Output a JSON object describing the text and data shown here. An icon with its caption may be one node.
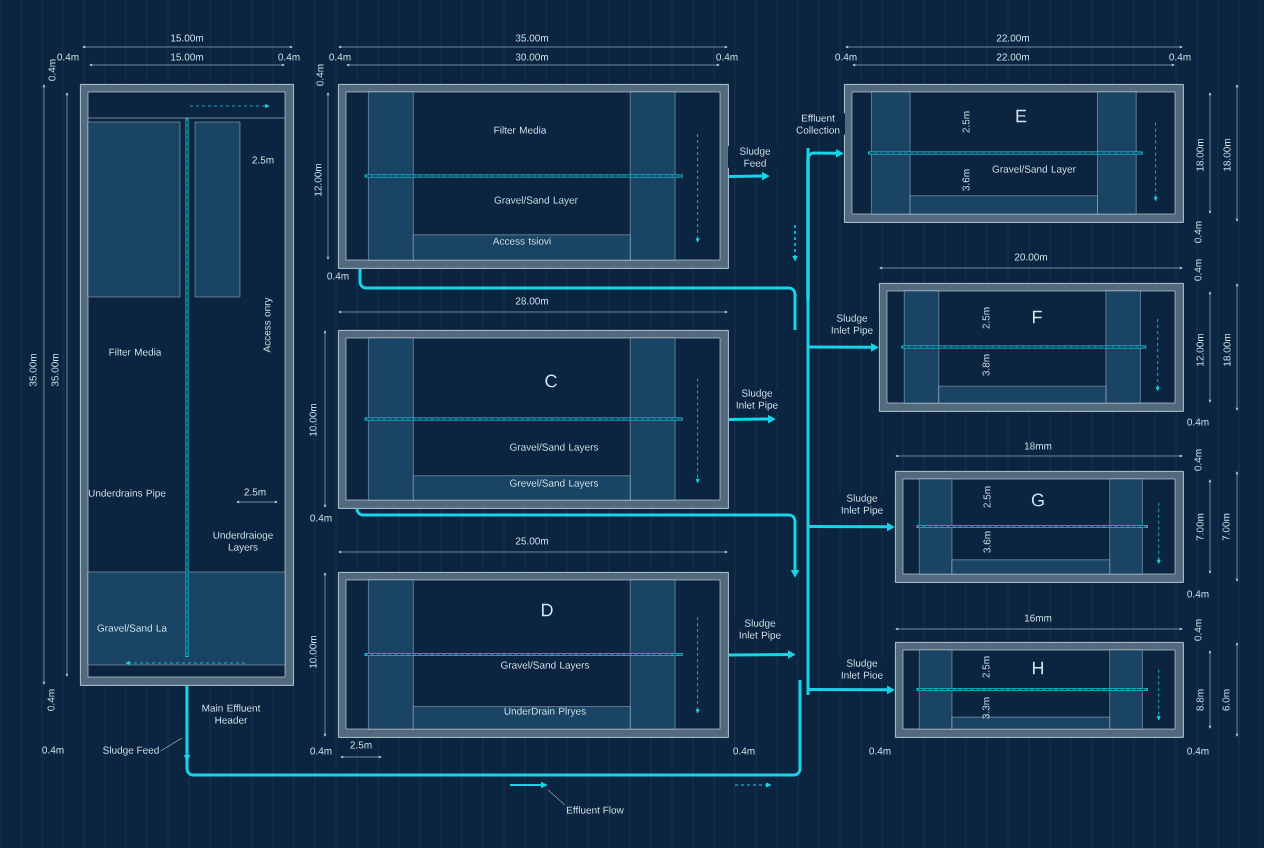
{
  "diagram": {
    "nodes": [
      {
        "text": [
          "Filter Media",
          "Underdrains Pipe",
          "Underdraioge Layers",
          "Gravel/Sand La",
          "Access onry"
        ]
      },
      {
        "text": [
          "Filter Media",
          "Gravel/Sand Layer",
          "Access tsiovi"
        ]
      },
      {
        "text": [
          "C",
          "Gravel/Sand Layers",
          "Grevel/Sand Layers"
        ]
      },
      {
        "text": [
          "D",
          "Gravel/Sand Layers",
          "UnderDrain Plryes"
        ]
      },
      {
        "text": [
          "E",
          "Gravel/Sand Layer"
        ]
      },
      {
        "text": [
          "F"
        ]
      },
      {
        "text": [
          "G"
        ]
      },
      {
        "text": [
          "H"
        ]
      },
      {
        "text": [
          "Sludge Feed"
        ]
      },
      {
        "text": [
          "Effluent Flow"
        ]
      }
    ],
    "edges": [
      {
        "from": 1,
        "to": null,
        "arrow": "to",
        "label": "Sludge Feed"
      },
      {
        "from": 2,
        "to": null,
        "arrow": "to",
        "label": "Sludge Inlet Pipe"
      },
      {
        "from": 3,
        "to": null,
        "arrow": "to",
        "label": "Sludge Inlet Pipe"
      },
      {
        "from": null,
        "to": 4,
        "arrow": "to",
        "label": "Effluent Collection"
      },
      {
        "from": null,
        "to": 5,
        "arrow": "to",
        "label": "Sludge Inlet Pipe"
      },
      {
        "from": null,
        "to": 6,
        "arrow": "to",
        "label": "Sludge Inlet Pipe"
      },
      {
        "from": null,
        "to": 7,
        "arrow": "to",
        "label": "Sludge Inlet Pioe"
      },
      {
        "from": 1,
        "to": null,
        "arrow": "none"
      },
      {
        "from": 2,
        "to": null,
        "arrow": "to"
      },
      {
        "from": 0,
        "to": null,
        "arrow": "none"
      },
      {
        "from": 8,
        "to": null,
        "arrow": "none",
        "color": "#d8e6ee"
      },
      {
        "from": 9,
        "to": null,
        "arrow": "none",
        "color": "#d8e6ee"
      }
    ],
    "labels": [
      "15.00m",
      "0.4m",
      "15.00m",
      "0.4m",
      "35.00m",
      "0.4m",
      "30.00m",
      "0.4m",
      "22.00m",
      "0.4m",
      "22.00m",
      "0.4m",
      "0.4m",
      "0.4m",
      "2.5m",
      "12.00m",
      "2.5m",
      "18.00m",
      "18.00m",
      "3.6m",
      "0.4m",
      "20.00m",
      "0.4m",
      "0.4m",
      "28.00m",
      "2.5m",
      "12.00m",
      "18.00m",
      "3.8m",
      "35.00m",
      "35.00m",
      "10.00m",
      "0.4m",
      "18mm",
      "0.4m",
      "2.5m",
      "2.5m",
      "0.4m",
      "7.00m",
      "7.00m",
      "3.6m",
      "25.00m",
      "0.4m",
      "16mm",
      "0.4m",
      "10.00m",
      "2.5m",
      "0.4m",
      "Main Effluent Header",
      "3.3m",
      "8.8m",
      "6.0m",
      "0.4m",
      "0.4m",
      "2.5m",
      "0.4m",
      "0.4m",
      "0.4m"
    ]
  }
}
